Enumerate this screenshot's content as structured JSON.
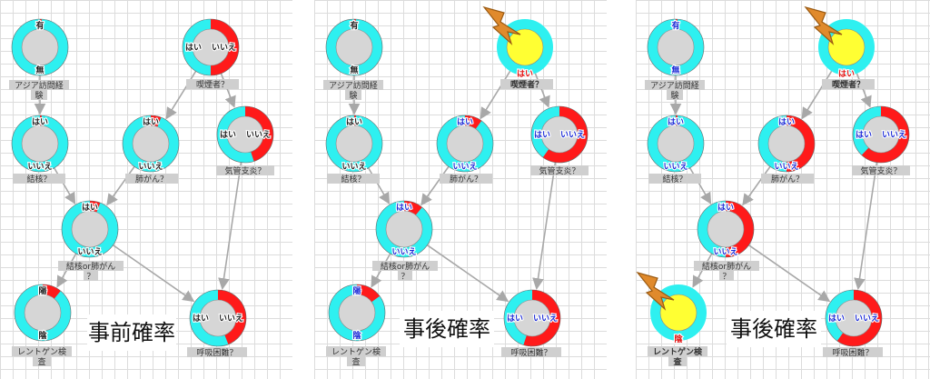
{
  "colors": {
    "yes": "#ff1a1a",
    "no": "#2ef0f0",
    "evidence": "#ffff33",
    "grid": "#dcdcdc",
    "edge": "#a8a8a8",
    "caption_bg": "#cfcfcf"
  },
  "panels": [
    {
      "title": "事前確率",
      "nodes": [
        {
          "id": "asia",
          "name": "アジア訪問経験",
          "top": "有",
          "bottom": "無",
          "yes_frac": 0.01,
          "evidence": false,
          "blue_labels": false
        },
        {
          "id": "smoke",
          "name": "喫煙者？",
          "left": "はい",
          "right": "いいえ",
          "yes_frac": 0.5,
          "evidence": false,
          "blue_labels": false
        },
        {
          "id": "tb",
          "name": "結核？",
          "top": "はい",
          "bottom": "いいえ",
          "yes_frac": 0.01,
          "evidence": false,
          "blue_labels": false
        },
        {
          "id": "lung",
          "name": "肺がん？",
          "top": "はい",
          "bottom": "いいえ",
          "yes_frac": 0.06,
          "evidence": false,
          "blue_labels": false
        },
        {
          "id": "bron",
          "name": "気管支炎？",
          "left": "はい",
          "right": "いいえ",
          "yes_frac": 0.45,
          "evidence": false,
          "blue_labels": false
        },
        {
          "id": "either",
          "name": "結核or肺がん？",
          "top": "はい",
          "bottom": "いいえ",
          "yes_frac": 0.06,
          "evidence": false,
          "blue_labels": false
        },
        {
          "id": "xray",
          "name": "レントゲン検査",
          "top": "陽",
          "bottom": "陰",
          "yes_frac": 0.11,
          "evidence": false,
          "blue_labels": false
        },
        {
          "id": "dysp",
          "name": "呼吸困難？",
          "left": "はい",
          "right": "いいえ",
          "yes_frac": 0.44,
          "evidence": false,
          "blue_labels": false
        }
      ]
    },
    {
      "title": "事後確率",
      "nodes": [
        {
          "id": "asia",
          "name": "アジア訪問経験",
          "top": "有",
          "bottom": "無",
          "yes_frac": 0.01,
          "evidence": false,
          "blue_labels": false
        },
        {
          "id": "smoke",
          "name": "喫煙者？",
          "bottom": "はい",
          "yes_frac": 1.0,
          "evidence": true,
          "blue_labels": false
        },
        {
          "id": "tb",
          "name": "結核？",
          "top": "はい",
          "bottom": "いいえ",
          "yes_frac": 0.01,
          "evidence": false,
          "blue_labels": false
        },
        {
          "id": "lung",
          "name": "肺がん？",
          "top": "はい",
          "bottom": "いいえ",
          "yes_frac": 0.1,
          "evidence": false,
          "blue_labels": true
        },
        {
          "id": "bron",
          "name": "気管支炎？",
          "left": "はい",
          "right": "いいえ",
          "yes_frac": 0.6,
          "evidence": false,
          "blue_labels": true
        },
        {
          "id": "either",
          "name": "結核or肺がん？",
          "top": "はい",
          "bottom": "いいえ",
          "yes_frac": 0.11,
          "evidence": false,
          "blue_labels": true
        },
        {
          "id": "xray",
          "name": "レントゲン検査",
          "top": "陽",
          "bottom": "陰",
          "yes_frac": 0.15,
          "evidence": false,
          "blue_labels": true
        },
        {
          "id": "dysp",
          "name": "呼吸困難？",
          "left": "はい",
          "right": "いいえ",
          "yes_frac": 0.55,
          "evidence": false,
          "blue_labels": true
        }
      ]
    },
    {
      "title": "事後確率",
      "nodes": [
        {
          "id": "asia",
          "name": "アジア訪問経験",
          "top": "有",
          "bottom": "無",
          "yes_frac": 0.01,
          "evidence": false,
          "blue_labels": true
        },
        {
          "id": "smoke",
          "name": "喫煙者？",
          "bottom": "はい",
          "yes_frac": 1.0,
          "evidence": true,
          "blue_labels": false
        },
        {
          "id": "tb",
          "name": "結核？",
          "top": "はい",
          "bottom": "いいえ",
          "yes_frac": 0.01,
          "evidence": false,
          "blue_labels": true
        },
        {
          "id": "lung",
          "name": "肺がん？",
          "top": "はい",
          "bottom": "いいえ",
          "yes_frac": 0.5,
          "evidence": false,
          "blue_labels": true
        },
        {
          "id": "bron",
          "name": "気管支炎？",
          "left": "はい",
          "right": "いいえ",
          "yes_frac": 0.62,
          "evidence": false,
          "blue_labels": true
        },
        {
          "id": "either",
          "name": "結核or肺がん？",
          "top": "はい",
          "bottom": "いいえ",
          "yes_frac": 0.5,
          "evidence": false,
          "blue_labels": true
        },
        {
          "id": "xray",
          "name": "レントゲン検査",
          "bottom": "陰",
          "yes_frac": 1.0,
          "evidence": true,
          "blue_labels": false
        },
        {
          "id": "dysp",
          "name": "呼吸困難？",
          "left": "はい",
          "right": "いいえ",
          "yes_frac": 0.6,
          "evidence": false,
          "blue_labels": true
        }
      ]
    }
  ]
}
